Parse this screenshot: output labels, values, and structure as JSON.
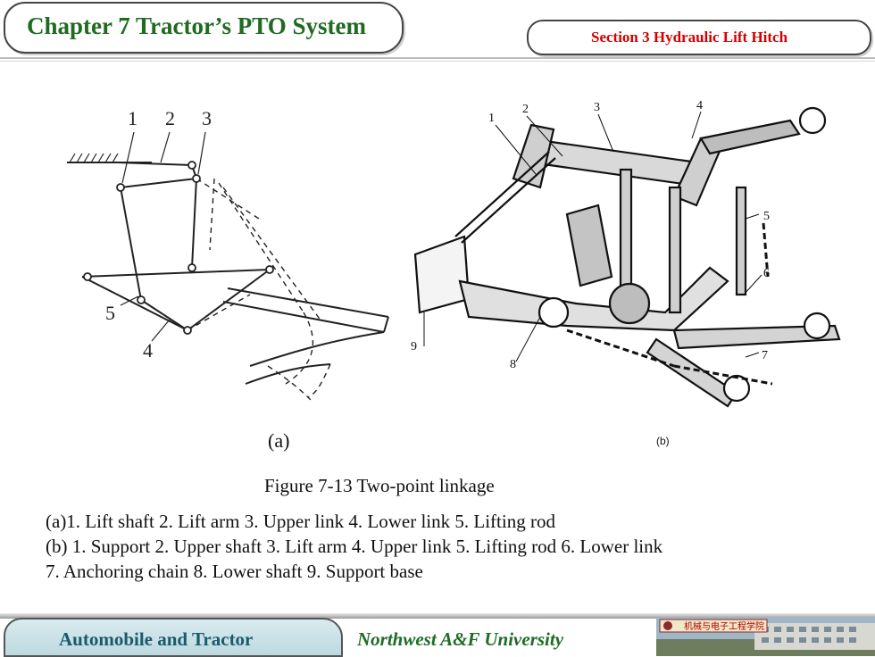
{
  "header": {
    "chapter_title": "Chapter 7 Tractor’s PTO System",
    "section_title": "Section 3 Hydraulic  Lift Hitch"
  },
  "figure_a": {
    "caption": "(a)",
    "callouts": [
      "1",
      "2",
      "3",
      "4",
      "5"
    ]
  },
  "figure_b": {
    "caption": "(b)",
    "callouts": [
      "1",
      "2",
      "3",
      "4",
      "5",
      "6",
      "7",
      "8",
      "9"
    ]
  },
  "figure_title": "Figure 7-13 Two-point linkage",
  "legend": [
    "(a)1. Lift shaft  2. Lift arm  3. Upper link   4. Lower link  5. Lifting rod",
    "(b)  1. Support   2. Upper shaft   3. Lift arm  4. Upper link  5. Lifting rod  6. Lower link",
    "7. Anchoring chain   8. Lower shaft  9. Support base"
  ],
  "footer": {
    "left": "Automobile and Tractor",
    "right": "Northwest  A&F  University",
    "campus_sign": "机械与电子工程学院"
  }
}
